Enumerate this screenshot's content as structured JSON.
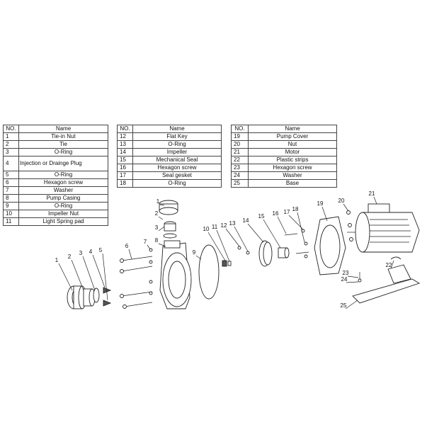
{
  "tables": {
    "headers": {
      "no": "NO.",
      "name": "Name"
    },
    "t1": [
      {
        "no": "1",
        "name": "Tie-in Nut"
      },
      {
        "no": "2",
        "name": "Tie"
      },
      {
        "no": "3",
        "name": "O-Ring"
      },
      {
        "no": "4",
        "name": "Injection or Drainge Plug"
      },
      {
        "no": "5",
        "name": "O-Ring"
      },
      {
        "no": "6",
        "name": "Hexagon screw"
      },
      {
        "no": "7",
        "name": "Washer"
      },
      {
        "no": "8",
        "name": "Pump Casing"
      },
      {
        "no": "9",
        "name": "O-Ring"
      },
      {
        "no": "10",
        "name": "Impeller Nut"
      },
      {
        "no": "11",
        "name": "Light Spring pad"
      }
    ],
    "t2": [
      {
        "no": "12",
        "name": "Flat Key"
      },
      {
        "no": "13",
        "name": "O-Ring"
      },
      {
        "no": "14",
        "name": "Impeller"
      },
      {
        "no": "15",
        "name": "Mechanical Seal"
      },
      {
        "no": "16",
        "name": "Hexagon screw"
      },
      {
        "no": "17",
        "name": "Seal gesket"
      },
      {
        "no": "18",
        "name": "O-Ring"
      }
    ],
    "t3": [
      {
        "no": "19",
        "name": "Pump Cover"
      },
      {
        "no": "20",
        "name": "Nut"
      },
      {
        "no": "21",
        "name": "Motor"
      },
      {
        "no": "22",
        "name": "Plastic strips"
      },
      {
        "no": "23",
        "name": "Hexagon screw"
      },
      {
        "no": "24",
        "name": "Washer"
      },
      {
        "no": "25",
        "name": "Base"
      }
    ]
  },
  "callouts": [
    "1",
    "1",
    "2",
    "3",
    "4",
    "5",
    "6",
    "7",
    "8",
    "9",
    "10",
    "11",
    "12",
    "13",
    "14",
    "15",
    "16",
    "17",
    "18",
    "19",
    "20",
    "21",
    "22",
    "23",
    "24",
    "25",
    "3",
    "2"
  ]
}
